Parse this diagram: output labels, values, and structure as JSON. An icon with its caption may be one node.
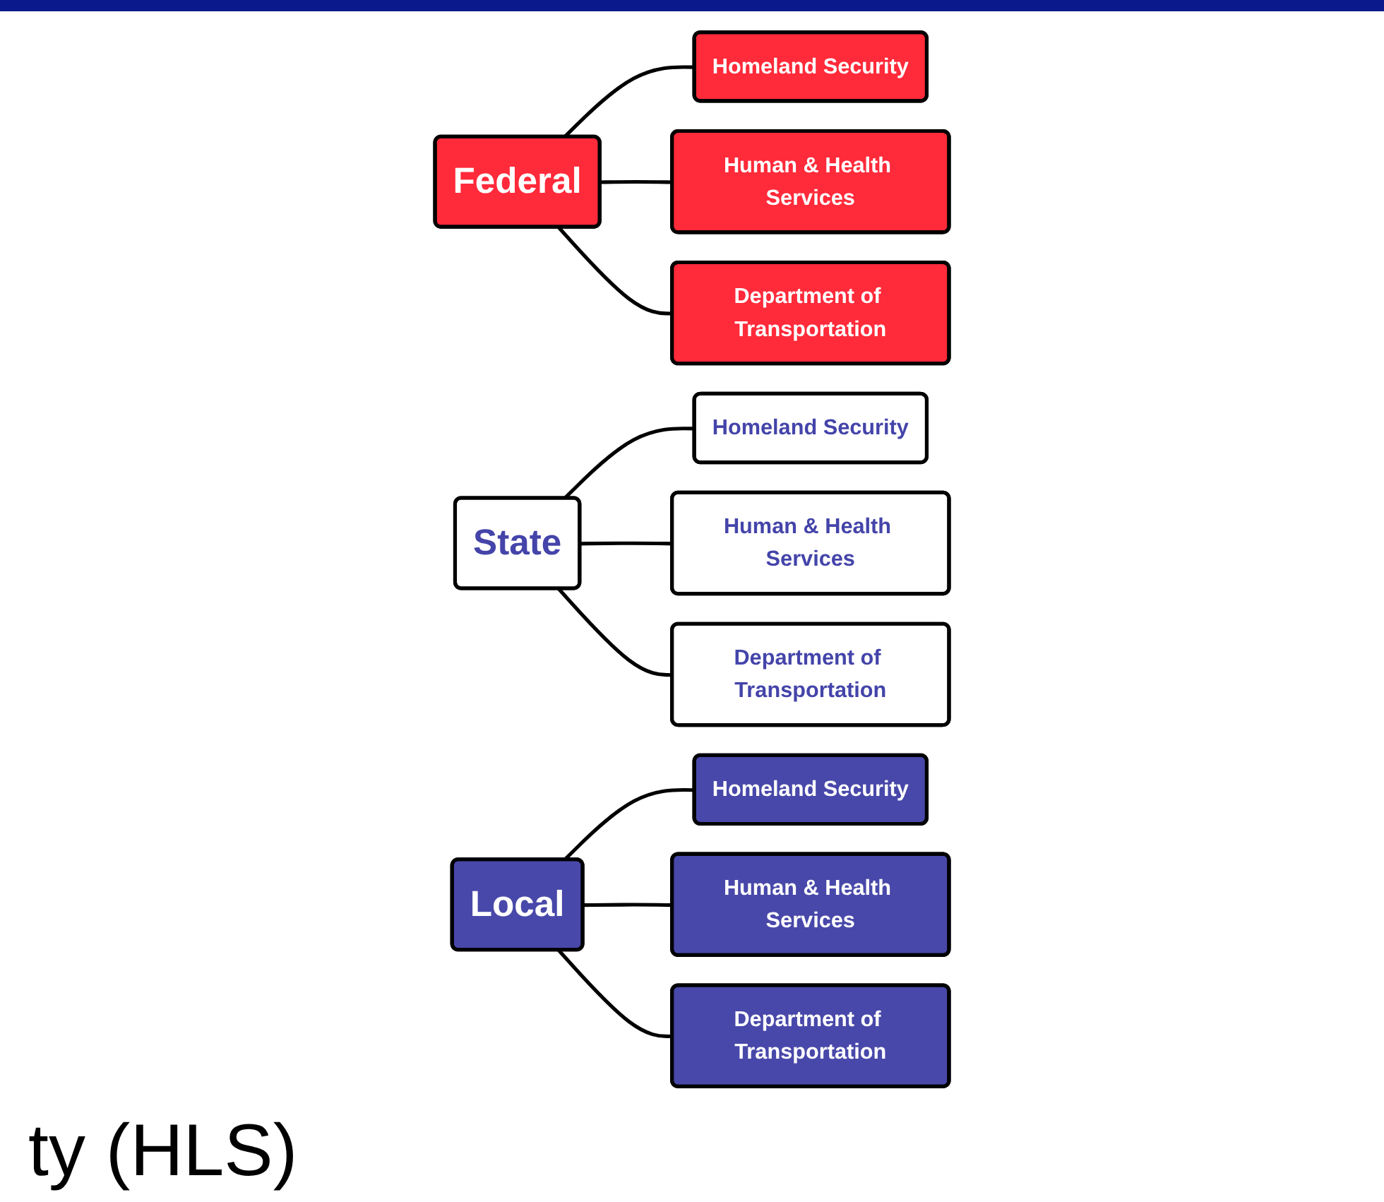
{
  "diagram": {
    "nodes": [
      {
        "text": [
          "Federal"
        ]
      },
      {
        "text": [
          "Homeland Security"
        ]
      },
      {
        "text": [
          "Human & Health Services"
        ]
      },
      {
        "text": [
          "Department of Transportation"
        ]
      },
      {
        "text": [
          "State"
        ]
      },
      {
        "text": [
          "Homeland Security"
        ]
      },
      {
        "text": [
          "Human & Health Services"
        ]
      },
      {
        "text": [
          "Department of Transportation"
        ]
      },
      {
        "text": [
          "Local"
        ]
      },
      {
        "text": [
          "Homeland Security"
        ]
      },
      {
        "text": [
          "Human & Health Services"
        ]
      },
      {
        "text": [
          "Department of Transportation"
        ]
      }
    ],
    "edges": [
      {
        "from": 0,
        "to": 1,
        "arrow": "none"
      },
      {
        "from": 0,
        "to": 2,
        "arrow": "none"
      },
      {
        "from": 0,
        "to": 3,
        "arrow": "none"
      },
      {
        "from": 4,
        "to": 5,
        "arrow": "none"
      },
      {
        "from": 4,
        "to": 6,
        "arrow": "none"
      },
      {
        "from": 4,
        "to": 7,
        "arrow": "none"
      },
      {
        "from": 8,
        "to": 9,
        "arrow": "none"
      },
      {
        "from": 8,
        "to": 10,
        "arrow": "none"
      },
      {
        "from": 8,
        "to": 11,
        "arrow": "none"
      }
    ],
    "labels": [
      "ty (HLS)"
    ]
  }
}
